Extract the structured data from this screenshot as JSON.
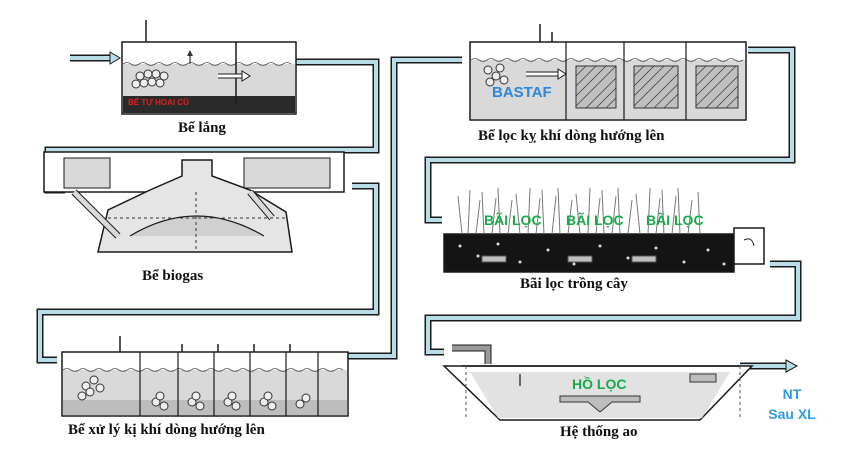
{
  "stages": {
    "settling": {
      "label": "Bể lắng",
      "inner": "BỂ TỰ HOẠI CŨ"
    },
    "biogas": {
      "label": "Bể biogas"
    },
    "anaerobic_upflow": {
      "label": "Bể xử lý kị khí dòng hướng lên"
    },
    "anaerobic_filter": {
      "label": "Bể lọc kỵ khí dòng hướng lên",
      "inner": "BASTAF"
    },
    "planted_filter": {
      "label": "Bãi lọc trồng cây",
      "beds": [
        "BÃI LỌC",
        "BÃI LỌC",
        "BÃI LỌC"
      ]
    },
    "pond": {
      "label": "Hệ thống ao",
      "inner": "HỒ LỌC"
    }
  },
  "outlet": {
    "line1": "NT",
    "line2": "Sau XL"
  },
  "colors": {
    "pipe": "#b9dde6",
    "pipe_stroke": "#1a1a1a",
    "tank_fill": "#d9d9d9",
    "sludge": "#2a2a2a",
    "red_text": "#e02020",
    "blue_text": "#2e86d6",
    "green_text": "#1aa84a"
  }
}
